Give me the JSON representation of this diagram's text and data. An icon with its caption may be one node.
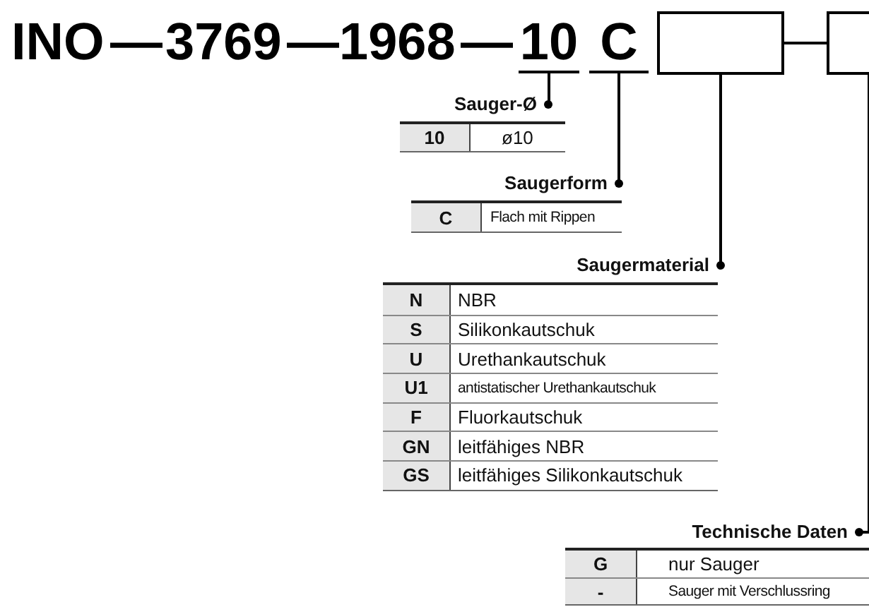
{
  "diagram": {
    "nodes": [
      {
        "text": [
          "10"
        ]
      },
      {
        "text": [
          "C"
        ]
      },
      {
        "text": [],
        "shape": "box"
      },
      {
        "text": [],
        "shape": "box"
      },
      {
        "text": [
          "Sauger-Ø"
        ]
      },
      {
        "text": [
          "Saugerform"
        ]
      },
      {
        "text": [
          "Saugermaterial"
        ]
      },
      {
        "text": [
          "Technische Daten"
        ]
      }
    ],
    "edges": [
      {
        "from": 0,
        "to": 4,
        "arrow": "other"
      },
      {
        "from": 1,
        "to": 5,
        "arrow": "other"
      },
      {
        "from": 2,
        "to": 6,
        "arrow": "other"
      },
      {
        "from": 3,
        "to": 7,
        "arrow": "other"
      },
      {
        "from": 2,
        "to": 3,
        "arrow": "none"
      }
    ],
    "labels": [
      "INO",
      "—",
      "3769",
      "—",
      "1968",
      "—",
      "10",
      "ø10",
      "C",
      "Flach mit Rippen",
      "N",
      "NBR",
      "S",
      "Silikonkautschuk",
      "U",
      "Urethankautschuk",
      "U1",
      "antistatischer Urethankautschuk",
      "F",
      "Fluorkautschuk",
      "GN",
      "leitfähiges NBR",
      "GS",
      "leitfähiges Silikonkautschuk",
      "G",
      "nur Sauger",
      "-",
      "Sauger mit Verschlussring"
    ]
  }
}
